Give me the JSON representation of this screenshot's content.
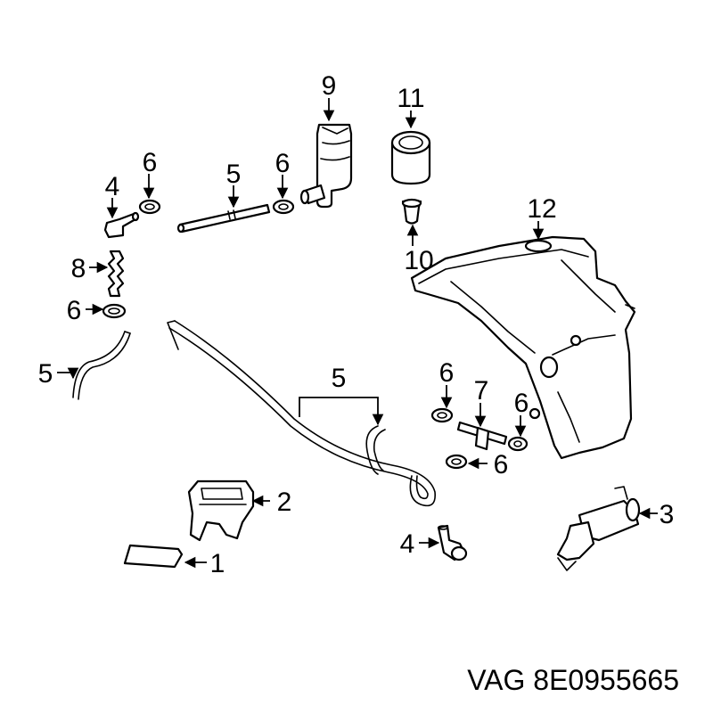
{
  "caption": "VAG 8E0955665",
  "callouts": {
    "c9": "9",
    "c11": "11",
    "c6_a": "6",
    "c5_a": "5",
    "c6_b": "6",
    "c4_a": "4",
    "c12": "12",
    "c10": "10",
    "c8": "8",
    "c6_c": "6",
    "c5_b": "5",
    "c5_c": "5",
    "c6_d": "6",
    "c7": "7",
    "c6_e": "6",
    "c6_f": "6",
    "c2": "2",
    "c3": "3",
    "c4_b": "4",
    "c1": "1"
  }
}
